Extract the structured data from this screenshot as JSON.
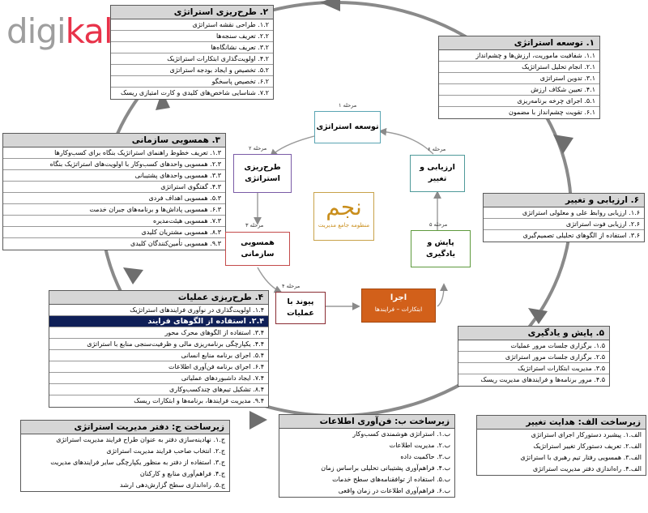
{
  "brand": {
    "logo_left": "digi",
    "logo_right": "kala"
  },
  "boxes": {
    "b1": {
      "title": "۱. توسعه استراتژی",
      "items": [
        "۱.۱. شفافیت ماموریت، ارزش‌ها و چشم‌انداز",
        "۲.۱. انجام تحلیل استراتژیک",
        "۳.۱. تدوین استراتژی",
        "۴.۱. تعیین شکاف ارزش",
        "۵.۱. اجرای چرخه برنامه‌ریزی",
        "۶.۱. تقویت چشم‌انداز با مضمون"
      ]
    },
    "b2": {
      "title": "۲. طرح‌ریزی استراتژی",
      "items": [
        "۱.۲. طراحی نقشه استراتژی",
        "۲.۲. تعریف سنجه‌ها",
        "۳.۲. تعریف نشانگاه‌ها",
        "۴.۲. اولویت‌گذاری ابتکارات استراتژیک",
        "۵.۲. تخصیص و ایجاد بودجه استراتژی",
        "۶.۲. تخصیص پاسخگو",
        "۷.۲. شناسایی شاخص‌های کلیدی و کارت امتیازی ریسک"
      ]
    },
    "b3": {
      "title": "۳. همسویی سازمانی",
      "items": [
        "۱.۳. تعریف خطوط راهنمای استراتژیک بنگاه برای کسب‌وکارها",
        "۲.۳. همسویی واحدهای کسب‌وکار با اولویت‌های استراتژیک بنگاه",
        "۳.۳. همسویی واحدهای پشتیبانی",
        "۴.۳. گفتگوی استراتژی",
        "۵.۳. همسویی اهداف فردی",
        "۶.۳. همسویی پاداش‌ها و برنامه‌های جبران خدمت",
        "۷.۳. همسویی هیئت‌مدیره",
        "۸.۳. همسویی مشتریان کلیدی",
        "۹.۳. همسویی تأمین‌کنندگان کلیدی"
      ]
    },
    "b4": {
      "title": "۴. طرح‌ریزی عملیات",
      "items": [
        "۱.۴. اولویت‌گذاری در نوآوری فرایندهای استراتژیک",
        "۲.۴. استفاده از الگوهای فرایند",
        "۳.۴. استفاده از الگوهای محرک محور",
        "۴.۴. یکپارچگی برنامه‌ریزی مالی و ظرفیت‌سنجی منابع با استراتژی",
        "۵.۴. اجرای برنامه منابع انسانی",
        "۶.۴. اجرای برنامه فن‌آوری اطلاعات",
        "۷.۴. ایجاد داشبوردهای عملیاتی",
        "۸.۴. تشکیل تیم‌های چندکسب‌وکاری",
        "۹.۴. مدیریت فرایندها، برنامه‌ها و ابتکارات ریسک"
      ]
    },
    "b5": {
      "title": "۵. پایش و یادگیری",
      "items": [
        "۱.۵. برگزاری جلسات مرور عملیات",
        "۲.۵. برگزاری جلسات مرور استراتژی",
        "۳.۵. مدیریت ابتکارات استراتژیک",
        "۴.۵. مرور برنامه‌ها و فرایندهای مدیریت ریسک"
      ]
    },
    "b6": {
      "title": "۶. ارزیابی و تغییر",
      "items": [
        "۱.۶. ارزیابی روابط علی و معلولی استراتژی",
        "۲.۶. ارزیابی فوت استراتژی",
        "۳.۶. استفاده از الگوهای تحلیلی تصمیم‌گیری"
      ]
    },
    "sa": {
      "title": "زیرساخت الف: هدایت تغییر",
      "items": [
        "الف.۱. پیشبرد دستورکار اجرای استراتژی",
        "الف.۲. تعریف دستورکار تغییر استراتژیک",
        "الف.۳. همسویی رفتار تیم رهبری با استراتژی",
        "الف.۴. راه‌اندازی دفتر مدیریت استراتژی"
      ]
    },
    "sb": {
      "title": "زیرساخت ب: فن‌آوری اطلاعات",
      "items": [
        "ب.۱. استراتژی هوشمندی کسب‌وکار",
        "ب.۲. مدیریت اطلاعات",
        "ب.۳. حاکمیت داده",
        "ب.۴. فراهم‌آوری پشتیبانی تحلیلی براساس زمان",
        "ب.۵. استفاده از توافقنامه‌های سطح خدمات",
        "ب.۶. فراهم‌آوری اطلاعات در زمان واقعی"
      ]
    },
    "sc": {
      "title": "زیرساخت ج: دفتر مدیریت استراتژی",
      "items": [
        "ج.۱. نهادینه‌سازی دفتر به عنوان طراح فرایند مدیریت استراتژی",
        "ج.۲. انتخاب صاحب فرایند مدیریت استراتژی",
        "ج.۳. استفاده از دفتر به منظور یکپارچگی سایر فرایندهای مدیریت",
        "ج.۴. فراهم‌آوری منابع و کارکنان",
        "ج.۵. راه‌اندازی سطح گزارش‌دهی ارشد"
      ]
    }
  },
  "cycle": {
    "n1": {
      "label": "توسعه استراتژی",
      "stage": "مرحله ۱"
    },
    "n2": {
      "label": "طرح‌ریزی استراتژی",
      "stage": "مرحله ۲"
    },
    "n3": {
      "label": "همسویی سازمانی",
      "stage": "مرحله ۳"
    },
    "n4": {
      "label": "پیوند با عملیات",
      "stage": "مرحله ۴"
    },
    "n5": {
      "label": "پایش و یادگیری",
      "stage": "مرحله ۵"
    },
    "n6": {
      "label": "ارزیابی و تغییر",
      "stage": "مرحله ۶"
    },
    "exec": {
      "title": "اجرا",
      "sub": "ابتکارات – فرایندها"
    },
    "center": {
      "logo_text": "نجم",
      "caption": "منظومه جامع مدیریت"
    }
  }
}
